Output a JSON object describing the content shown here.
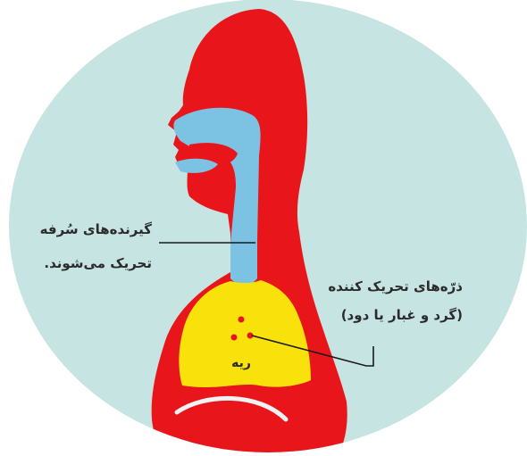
{
  "labels": {
    "cough_receptors_line1": "گیرنده‌های سُرفه",
    "cough_receptors_line2": "تحریک می‌شوند.",
    "irritant_particles_line1": "ذرّه‌های تحریک کننده",
    "irritant_particles_line2": "(گرد و غبار یا دود)",
    "lung": "ریه"
  },
  "colors": {
    "background_circle": "#c6e4e2",
    "body": "#e8151b",
    "airway": "#7cc3e3",
    "lung": "#f9e20b",
    "particles": "#e8151b",
    "rib_curve": "#f2f2f2",
    "leader_lines": "#1a1a1a"
  }
}
